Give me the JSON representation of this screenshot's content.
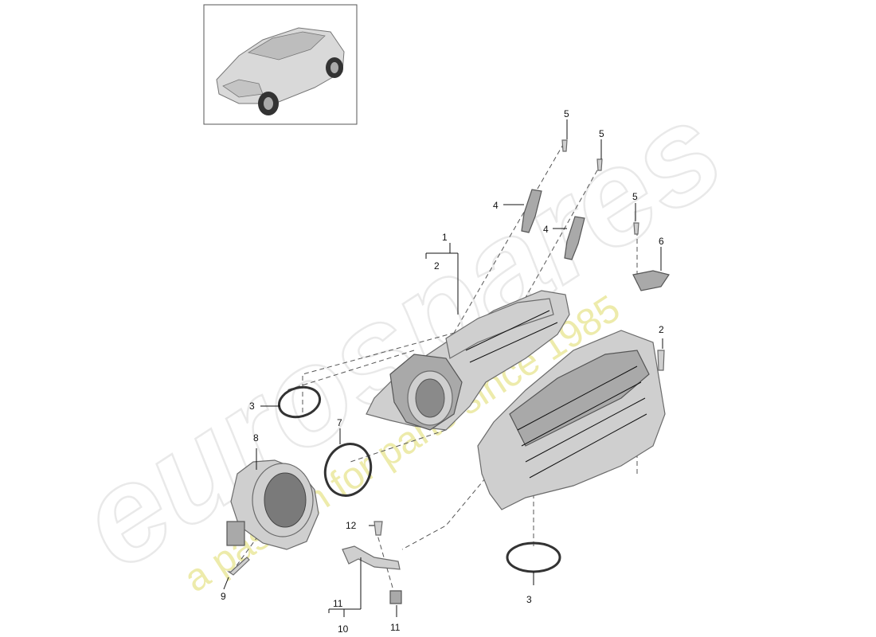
{
  "watermark": {
    "brand": "eurospares",
    "tagline": "a passion for parts since 1985"
  },
  "thumbnail": {
    "icon": "car-suv-icon"
  },
  "callouts": {
    "c1": "1",
    "c2": "2",
    "c2b": "2",
    "c3a": "3",
    "c3b": "3",
    "c4a": "4",
    "c4b": "4",
    "c5a": "5",
    "c5b": "5",
    "c5c": "5",
    "c6": "6",
    "c7": "7",
    "c8": "8",
    "c9": "9",
    "c10": "10",
    "c11a": "11",
    "c11b": "11",
    "c12": "12"
  }
}
